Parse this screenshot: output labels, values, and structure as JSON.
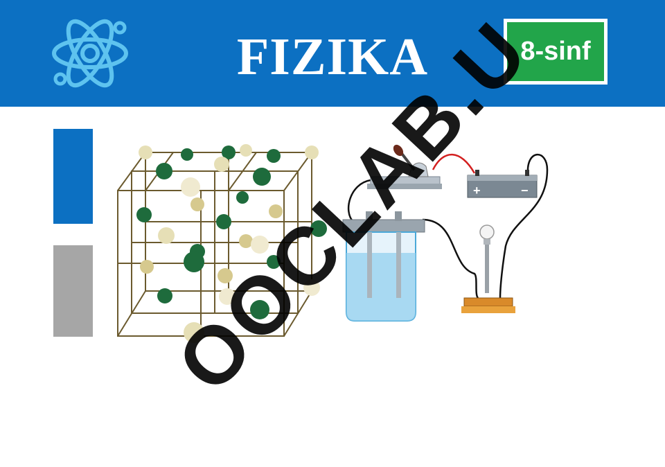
{
  "header": {
    "title": "FIZIKA",
    "grade_label": "8-sinf",
    "icon": "atom-icon"
  },
  "illustrations": {
    "left": "crystal-lattice-icon",
    "right": "electrolysis-circuit-icon",
    "battery_plus": "+",
    "battery_minus": "−"
  },
  "watermark": "OOCLAB.U",
  "colors": {
    "header_blue": "#0c70c2",
    "badge_green": "#22a54a",
    "bar_gray": "#a6a6a6",
    "atom_light_blue": "#5ec3ef"
  }
}
